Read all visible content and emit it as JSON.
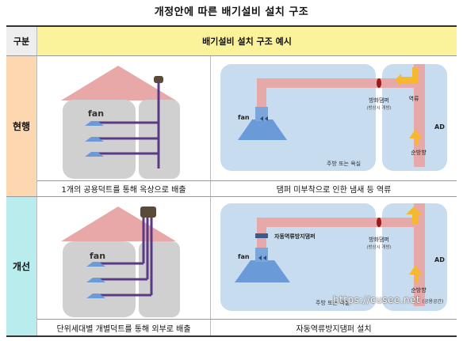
{
  "title": "개정안에 따른 배기설비 설치 구조",
  "header": {
    "col1": "구분",
    "col2": "배기설비 설치 구조 예시"
  },
  "rows": [
    {
      "label": "현행",
      "left_caption": "1개의 공용덕트를 통해 옥상으로 배출",
      "right_caption": "댐퍼 미부착으로 인한 냄새 등 역류",
      "house_fan": "fan",
      "kitchen": {
        "fan": "fan",
        "damper": "방화댐퍼",
        "damper_note": "(방상시 개방)",
        "backflow": "역류",
        "normal": "순방향",
        "shaft": "AD",
        "room": "주방 또는 욕실"
      }
    },
    {
      "label": "개선",
      "left_caption": "단위세대별 개별덕트를 통해 외부로 배출",
      "right_caption": "자동역류방지댐퍼 설치",
      "house_fan": "fan",
      "kitchen": {
        "fan": "fan",
        "auto_damper": "자동역류방지댐퍼",
        "damper": "방화댐퍼",
        "damper_note": "(방상시 개방)",
        "normal": "순방향",
        "shaft": "AD",
        "shaft_note": "(공용공간)",
        "room": "주방 또는 욕실"
      }
    }
  ],
  "watermark": "https://cusee.net",
  "colors": {
    "roof": "#e8a8a8",
    "building": "#d0d0d0",
    "duct": "#5a3a86",
    "hood": "#6a9ad8",
    "room": "#c8dcf0",
    "exhaust": "#e6a8a8",
    "arrow": "#f5b82e",
    "damper": "#a01818"
  }
}
